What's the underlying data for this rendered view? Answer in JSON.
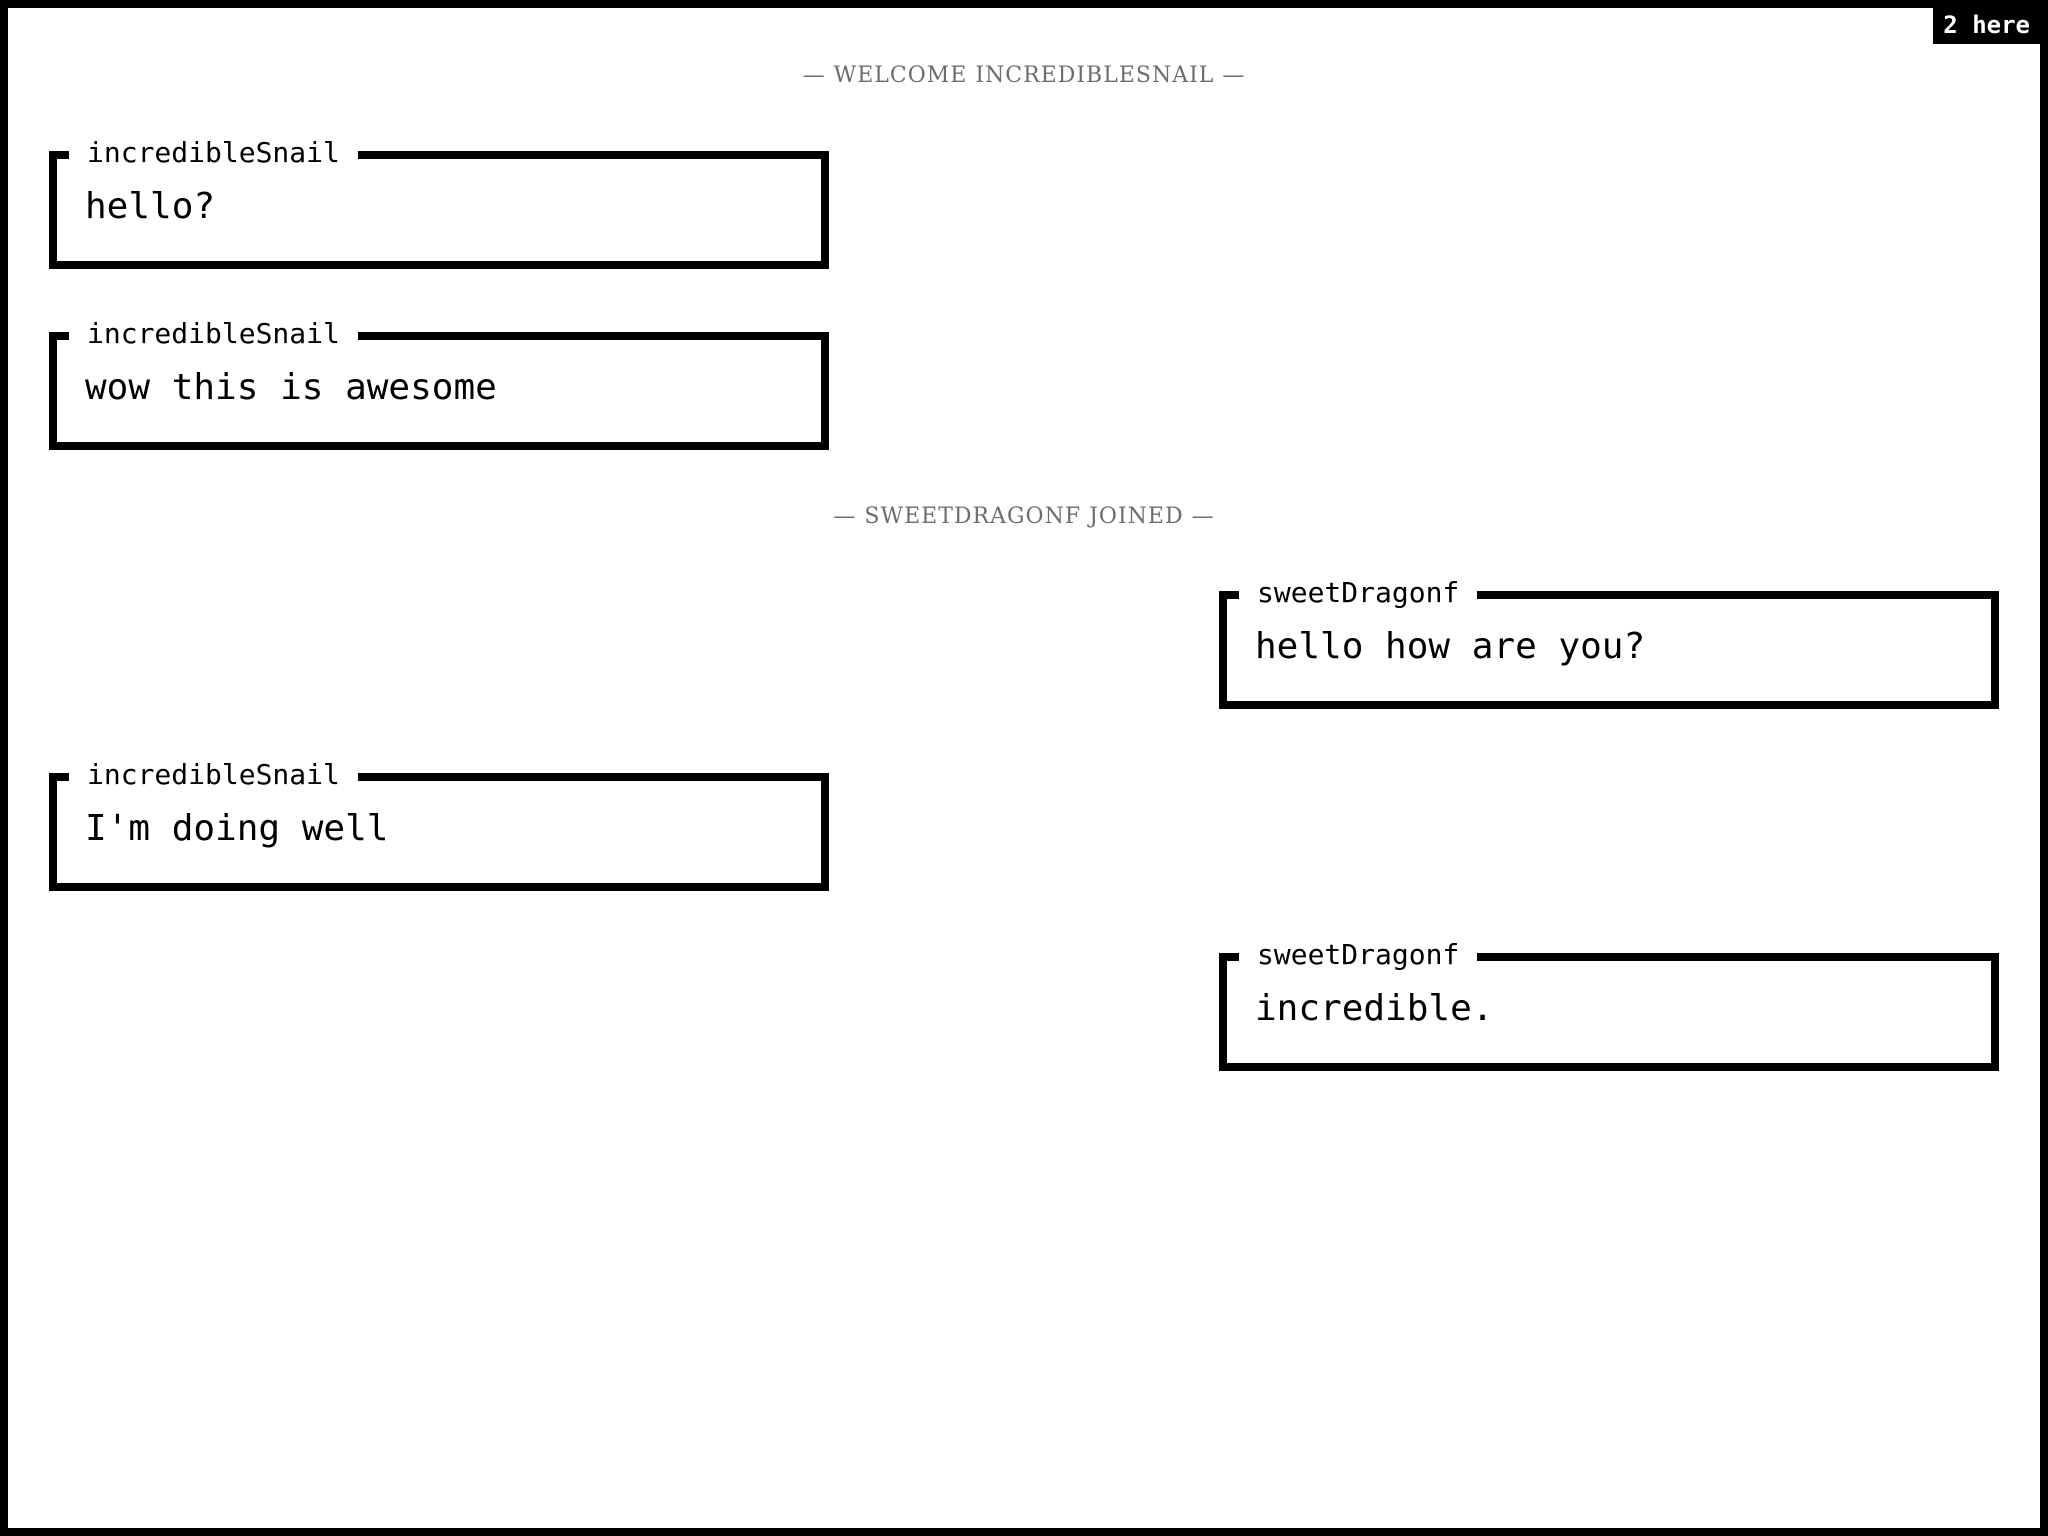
{
  "online_badge": "2 here",
  "system_messages": [
    "— WELCOME INCREDIBLESNAIL —",
    "— SWEETDRAGONF JOINED —"
  ],
  "messages": [
    {
      "author": "incredibleSnail",
      "text": "hello?",
      "side": "left"
    },
    {
      "author": "incredibleSnail",
      "text": "wow this is awesome",
      "side": "left"
    },
    {
      "author": "sweetDragonf",
      "text": "hello how are you?",
      "side": "right"
    },
    {
      "author": "incredibleSnail",
      "text": "I'm doing well",
      "side": "left"
    },
    {
      "author": "sweetDragonf",
      "text": "incredible.",
      "side": "right"
    }
  ]
}
